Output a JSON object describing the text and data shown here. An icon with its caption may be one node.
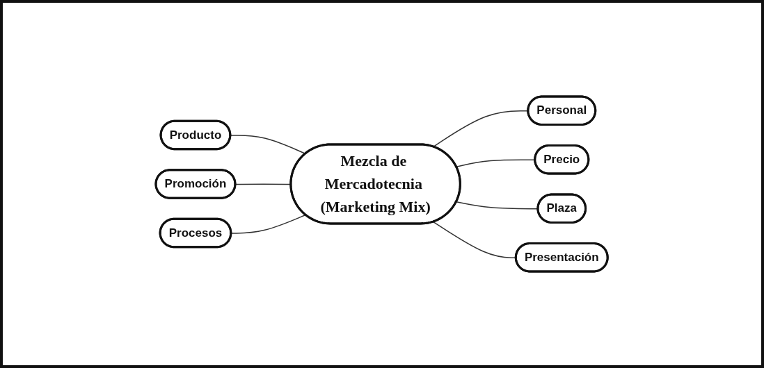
{
  "diagram": {
    "nodes": [
      {
        "text": [
          "Personal"
        ]
      },
      {
        "text": [
          "Producto"
        ]
      },
      {
        "text": [
          "Precio"
        ]
      },
      {
        "text": [
          "Promoción"
        ]
      },
      {
        "text": [
          "Mezcla de Mercadotecnia (Marketing Mix)"
        ]
      },
      {
        "text": [
          "Plaza"
        ]
      },
      {
        "text": [
          "Procesos"
        ]
      },
      {
        "text": [
          "Presentación"
        ]
      }
    ],
    "edges": [
      {
        "from": 4,
        "to": 0,
        "arrow": "none"
      },
      {
        "from": 1,
        "to": 4,
        "arrow": "none"
      },
      {
        "from": 4,
        "to": 2,
        "arrow": "none"
      },
      {
        "from": 3,
        "to": 4,
        "arrow": "none"
      },
      {
        "from": 4,
        "to": 5,
        "arrow": "none"
      },
      {
        "from": 6,
        "to": 4,
        "arrow": "none"
      },
      {
        "from": 4,
        "to": 7,
        "arrow": "none"
      }
    ]
  }
}
